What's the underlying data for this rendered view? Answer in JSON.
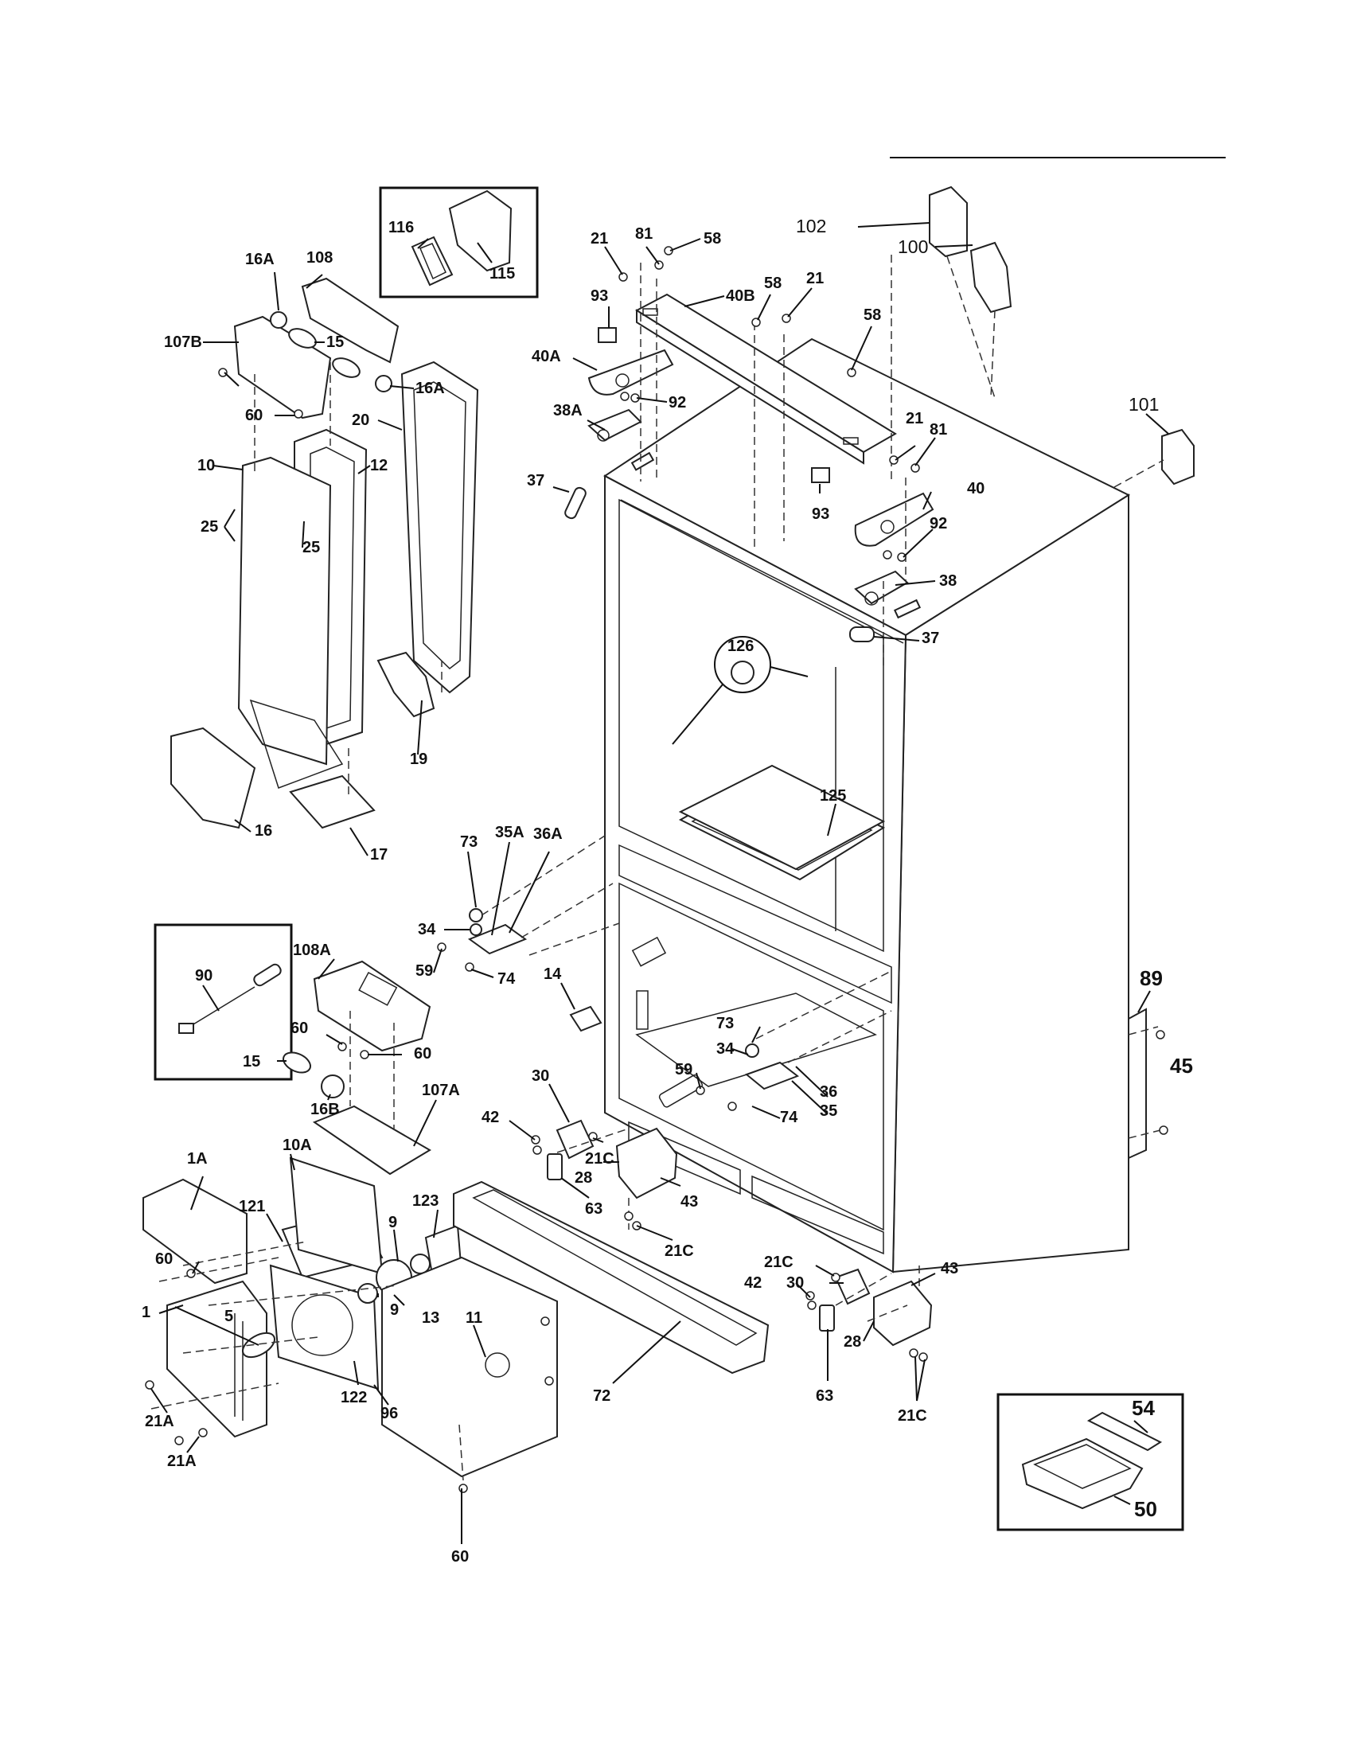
{
  "diagram": {
    "labels": {
      "l102": "102",
      "l100": "100",
      "l101": "101",
      "l116": "116",
      "l115": "115",
      "l108": "108",
      "l16A_a": "16A",
      "l107B": "107B",
      "l15_a": "15",
      "l16A_b": "16A",
      "l60_a": "60",
      "l20": "20",
      "l10": "10",
      "l12": "12",
      "l25_a": "25",
      "l25_b": "25",
      "l19": "19",
      "l16": "16",
      "l17": "17",
      "l21_a": "21",
      "l81_a": "81",
      "l58_a": "58",
      "l93_a": "93",
      "l40B": "40B",
      "l58_b": "58",
      "l21_b": "21",
      "l40A": "40A",
      "l58_c": "58",
      "l92_a": "92",
      "l38A": "38A",
      "l37_a": "37",
      "l21_c": "21",
      "l81_b": "81",
      "l40": "40",
      "l93_b": "93",
      "l92_b": "92",
      "l38": "38",
      "l37_b": "37",
      "l126": "126",
      "l125": "125",
      "l73_a": "73",
      "l35A": "35A",
      "l36A": "36A",
      "l34_a": "34",
      "l59_a": "59",
      "l74_a": "74",
      "l90": "90",
      "l108A": "108A",
      "l14": "14",
      "l60_b": "60",
      "l15_b": "15",
      "l60_c": "60",
      "l16B": "16B",
      "l107A": "107A",
      "l89": "89",
      "l45": "45",
      "l73_b": "73",
      "l34_b": "34",
      "l59_b": "59",
      "l36": "36",
      "l35": "35",
      "l74_b": "74",
      "l30_a": "30",
      "l42_a": "42",
      "l21C_a": "21C",
      "l28_a": "28",
      "l43_a": "43",
      "l63_a": "63",
      "l21C_b": "21C",
      "l1A": "1A",
      "l121": "121",
      "l10A": "10A",
      "l123": "123",
      "l9_a": "9",
      "l60_d": "60",
      "l1": "1",
      "l5": "5",
      "l9_b": "9",
      "l13": "13",
      "l11": "11",
      "l21C_c": "21C",
      "l42_b": "42",
      "l30_b": "30",
      "l43_b": "43",
      "l28_b": "28",
      "l21A_a": "21A",
      "l21A_b": "21A",
      "l122": "122",
      "l96": "96",
      "l72": "72",
      "l63_b": "63",
      "l21C_d": "21C",
      "l54": "54",
      "l50": "50",
      "l60_e": "60"
    }
  }
}
